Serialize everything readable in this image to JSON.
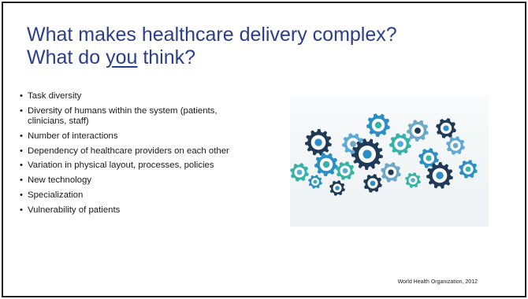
{
  "slide": {
    "title_line1": "What makes healthcare delivery complex?",
    "title_line2_pre": "What do ",
    "title_line2_emph": "you",
    "title_line2_post": " think?",
    "bullets": [
      "Task diversity",
      "Diversity of humans within the system (patients, clinicians, staff)",
      "Number of interactions",
      "Dependency of healthcare providers on each other",
      "Variation in physical layout, processes, policies",
      "New technology",
      "Specialization",
      "Vulnerability of patients"
    ],
    "citation": "World Health Organization, 2012",
    "image": {
      "gear_colors": [
        "#1f3a57",
        "#2b8fc7",
        "#34b3a6",
        "#5aa9d6",
        "#6ea8c9"
      ],
      "gear_icons": [
        "ambulance-icon",
        "heart-icon",
        "first-aid-kit-icon",
        "pill-icon",
        "flask-icon",
        "stethoscope-icon",
        "tooth-icon",
        "clipboard-icon",
        "hospital-icon",
        "wheelchair-icon",
        "caduceus-icon",
        "nurse-icon",
        "syringe-icon",
        "doctor-icon"
      ]
    }
  }
}
